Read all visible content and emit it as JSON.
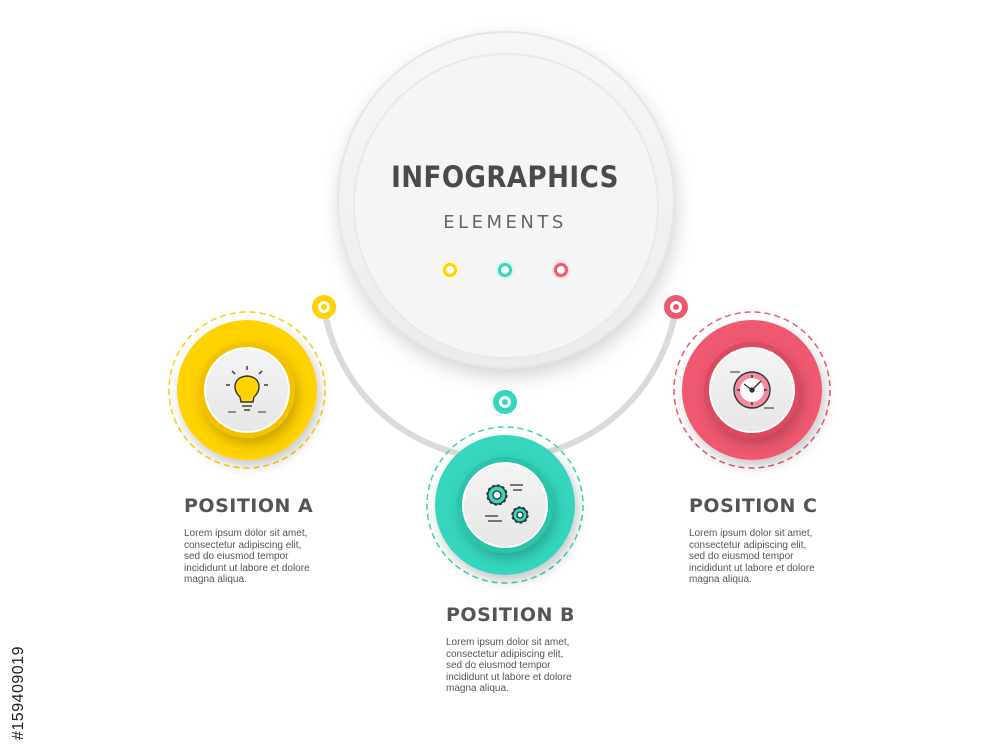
{
  "header": {
    "title": "INFOGRAPHICS",
    "subtitle": "ELEMENTS"
  },
  "colors": {
    "yellow": "#ffd200",
    "teal": "#36d6bd",
    "red": "#ee5970",
    "connector": "#d7d7d7"
  },
  "positions": [
    {
      "title": "POSITION A",
      "icon": "lightbulb-icon",
      "body": [
        "Lorem ipsum dolor sit amet,",
        "consectetur adipiscing elit,",
        "sed do eiusmod tempor",
        "incididunt ut labore et dolore",
        "magna aliqua."
      ]
    },
    {
      "title": "POSITION B",
      "icon": "gears-icon",
      "body": [
        "Lorem ipsum dolor sit amet,",
        "consectetur adipiscing elit,",
        "sed do eiusmod tempor",
        "incididunt ut labore et dolore",
        "magna aliqua."
      ]
    },
    {
      "title": "POSITION C",
      "icon": "clock-icon",
      "body": [
        "Lorem ipsum dolor sit amet,",
        "consectetur adipiscing elit,",
        "sed do eiusmod tempor",
        "incididunt ut labore et dolore",
        "magna aliqua."
      ]
    }
  ],
  "stock_id": "#159409019"
}
